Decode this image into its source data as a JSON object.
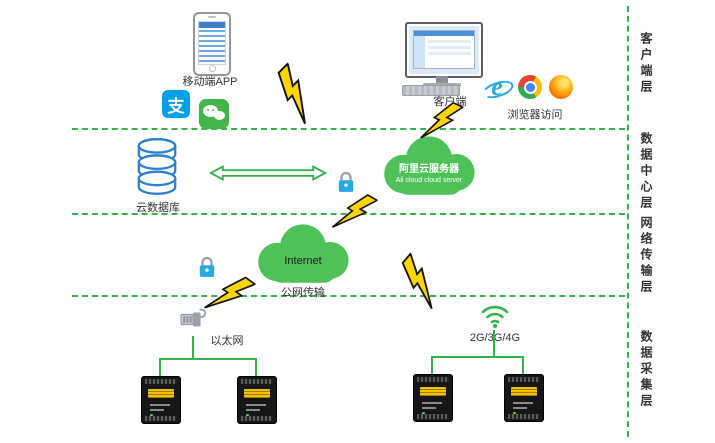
{
  "nodes": {
    "mobile_app": {
      "label": "移动端APP"
    },
    "alipay": {
      "char": "支"
    },
    "client": {
      "label": "客户端"
    },
    "browser_access": {
      "label": "浏览器访问"
    },
    "cloud_db": {
      "label": "云数据库"
    },
    "ali_cloud": {
      "label_cn": "阿里云服务器",
      "label_en": "Ali cloud  cloud server"
    },
    "internet": {
      "label": "Internet"
    },
    "public_network": {
      "label": "公网传输"
    },
    "ethernet": {
      "label": "以太网"
    },
    "cellular": {
      "label": "2G/3G/4G"
    }
  },
  "layers": [
    {
      "label": "客户端层"
    },
    {
      "label": "数据中心层"
    },
    {
      "label": "网络传输层"
    },
    {
      "label": "数据采集层"
    }
  ],
  "colors": {
    "green": "#33b34a",
    "cloud": "#4ec258",
    "bolt": "#ffd500",
    "lock": "#2aa8e0",
    "db": "#2e7fd0",
    "label": "#333333",
    "alipay": "#00a0e9",
    "wechat": "#44b549",
    "device_label": "#f2c200"
  }
}
